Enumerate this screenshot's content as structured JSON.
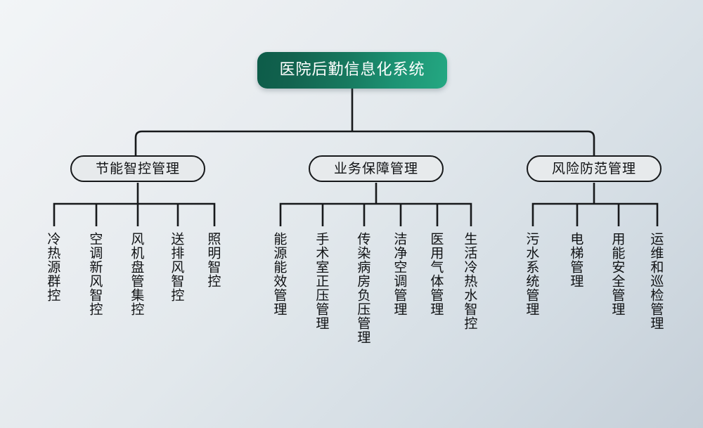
{
  "diagram": {
    "title": "医院后勤信息化系统",
    "type": "organization-tree",
    "colors": {
      "root_gradient_start": "#0d5c49",
      "root_gradient_end": "#24a882",
      "root_text": "#ffffff",
      "node_fill": "#e7eaec",
      "node_border": "#17191b",
      "connector": "#17191b",
      "background_start": "#f2f5f7",
      "background_end": "#c5cfd8"
    },
    "root": {
      "label": "医院后勤信息化系统"
    },
    "branches": [
      {
        "label": "节能智控管理",
        "leaves": [
          {
            "label": "冷热源群控"
          },
          {
            "label": "空调新风智控"
          },
          {
            "label": "风机盘管集控"
          },
          {
            "label": "送排风智控"
          },
          {
            "label": "照明智控"
          }
        ]
      },
      {
        "label": "业务保障管理",
        "leaves": [
          {
            "label": "能源能效管理"
          },
          {
            "label": "手术室正压管理"
          },
          {
            "label": "传染病房负压管理"
          },
          {
            "label": "洁净空调管理"
          },
          {
            "label": "医用气体管理"
          },
          {
            "label": "生活冷热水智控"
          }
        ]
      },
      {
        "label": "风险防范管理",
        "leaves": [
          {
            "label": "污水系统管理"
          },
          {
            "label": "电梯管理"
          },
          {
            "label": "用能安全管理"
          },
          {
            "label": "运维和巡检管理"
          }
        ]
      }
    ]
  }
}
